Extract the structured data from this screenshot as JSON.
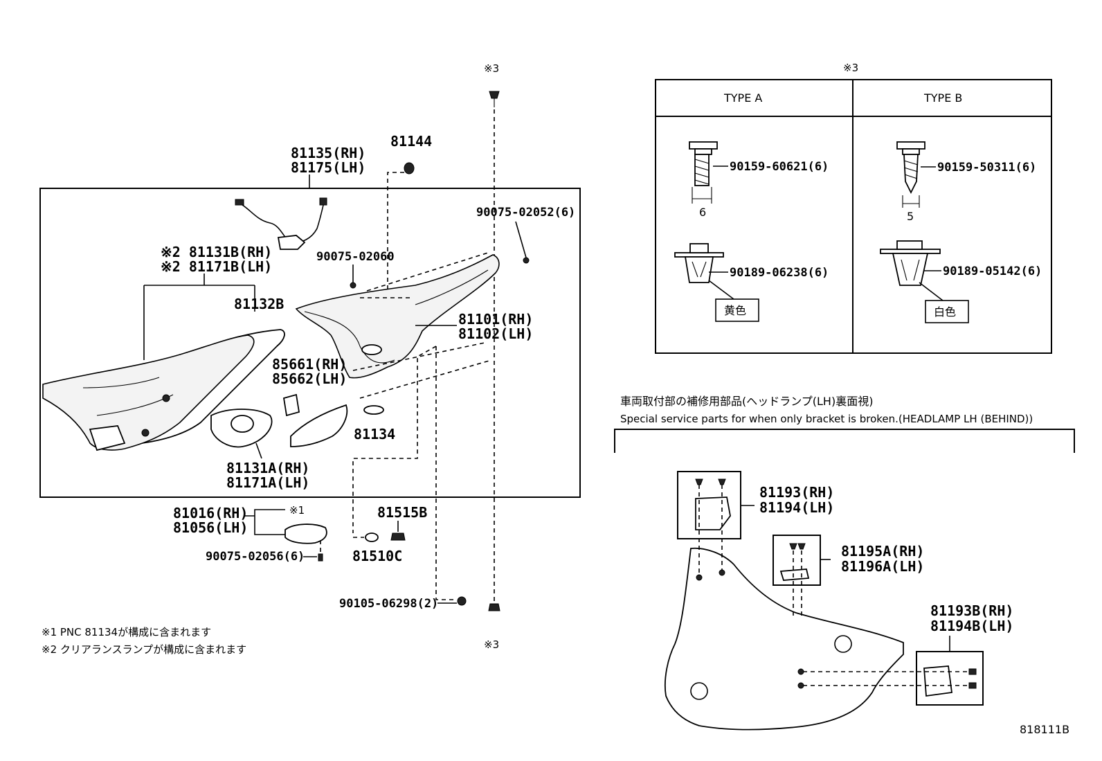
{
  "labels": {
    "ref3_top": "※3",
    "ref3_bottom": "※3",
    "ref3_table": "※3",
    "p81144": "81144",
    "p81135": "81135(RH)",
    "p81175": "81175(LH)",
    "p90075_02052": "90075-02052(6)",
    "p90075_02060": "90075-02060",
    "p81131B": "※2 81131B(RH)",
    "p81171B": "※2 81171B(LH)",
    "p81132B": "81132B",
    "p81101": "81101(RH)",
    "p81102": "81102(LH)",
    "p85661": "85661(RH)",
    "p85662": "85662(LH)",
    "p81134": "81134",
    "p81131A": "81131A(RH)",
    "p81171A": "81171A(LH)",
    "p81016": "81016(RH)",
    "p81056": "81056(LH)",
    "ref1": "※1",
    "p90075_02056": "90075-02056(6)",
    "p81515B": "81515B",
    "p81510C": "81510C",
    "p90105_06298": "90105-06298(2)"
  },
  "notes": {
    "n1": "※1 PNC 81134が構成に含まれます",
    "n2": "※2  クリアランスランプが構成に含まれます"
  },
  "table": {
    "type_a": "TYPE A",
    "type_b": "TYPE B",
    "a_bolt": "90159-60621(6)",
    "a_dim": "6",
    "a_clip": "90189-06238(6)",
    "a_color": "黄色",
    "b_bolt": "90159-50311(6)",
    "b_dim": "5",
    "b_clip": "90189-05142(6)",
    "b_color": "白色"
  },
  "service": {
    "title_jp": "車両取付部の補修用部品(ヘッドランプ(LH)裏面視)",
    "title_en": "Special service parts for when only bracket is broken.(HEADLAMP LH (BEHIND))",
    "p81193": "81193(RH)",
    "p81194": "81194(LH)",
    "p81195A": "81195A(RH)",
    "p81196A": "81196A(LH)",
    "p81193B": "81193B(RH)",
    "p81194B": "81194B(LH)"
  },
  "diagram_id": "818111B"
}
